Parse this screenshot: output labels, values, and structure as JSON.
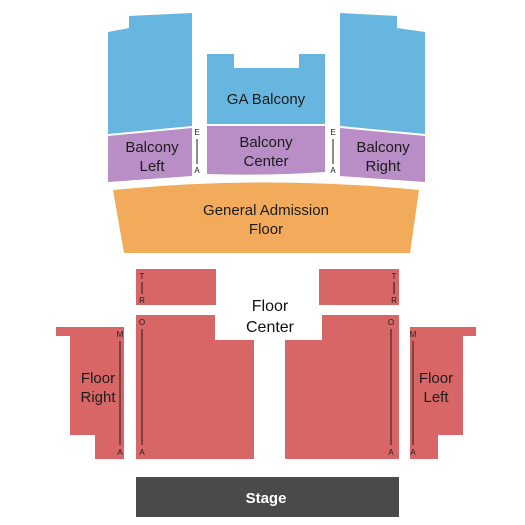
{
  "colors": {
    "balcony_upper": "#67b6e0",
    "balcony_lower": "#b98dc6",
    "ga_floor": "#f2ab5a",
    "floor": "#d86666",
    "stage": "#4a4a4a",
    "row_line": "#1e1e1e"
  },
  "sections": {
    "upper_left": {
      "label": ""
    },
    "upper_right": {
      "label": ""
    },
    "ga_balcony": {
      "label": "GA Balcony"
    },
    "balcony_left": {
      "line1": "Balcony",
      "line2": "Left"
    },
    "balcony_center": {
      "line1": "Balcony",
      "line2": "Center"
    },
    "balcony_right": {
      "line1": "Balcony",
      "line2": "Right"
    },
    "ga_floor": {
      "line1": "General Admission",
      "line2": "Floor"
    },
    "floor_center": {
      "line1": "Floor",
      "line2": "Center"
    },
    "floor_right": {
      "line1": "Floor",
      "line2": "Right"
    },
    "floor_left": {
      "line1": "Floor",
      "line2": "Left"
    },
    "stage": {
      "label": "Stage"
    }
  },
  "row_markers": {
    "balcony_left_aisle": {
      "top": "E",
      "bottom": "A"
    },
    "balcony_right_aisle": {
      "top": "E",
      "bottom": "A"
    },
    "floor_rear_left": {
      "top": "T",
      "bottom": "R"
    },
    "floor_rear_right": {
      "top": "T",
      "bottom": "R"
    },
    "floor_center_left": {
      "top": "O",
      "bottom": "A"
    },
    "floor_center_right": {
      "top": "O",
      "bottom": "A"
    },
    "floor_right_side": {
      "top": "M",
      "bottom": "A"
    },
    "floor_left_side": {
      "top": "M",
      "bottom": "A"
    }
  }
}
